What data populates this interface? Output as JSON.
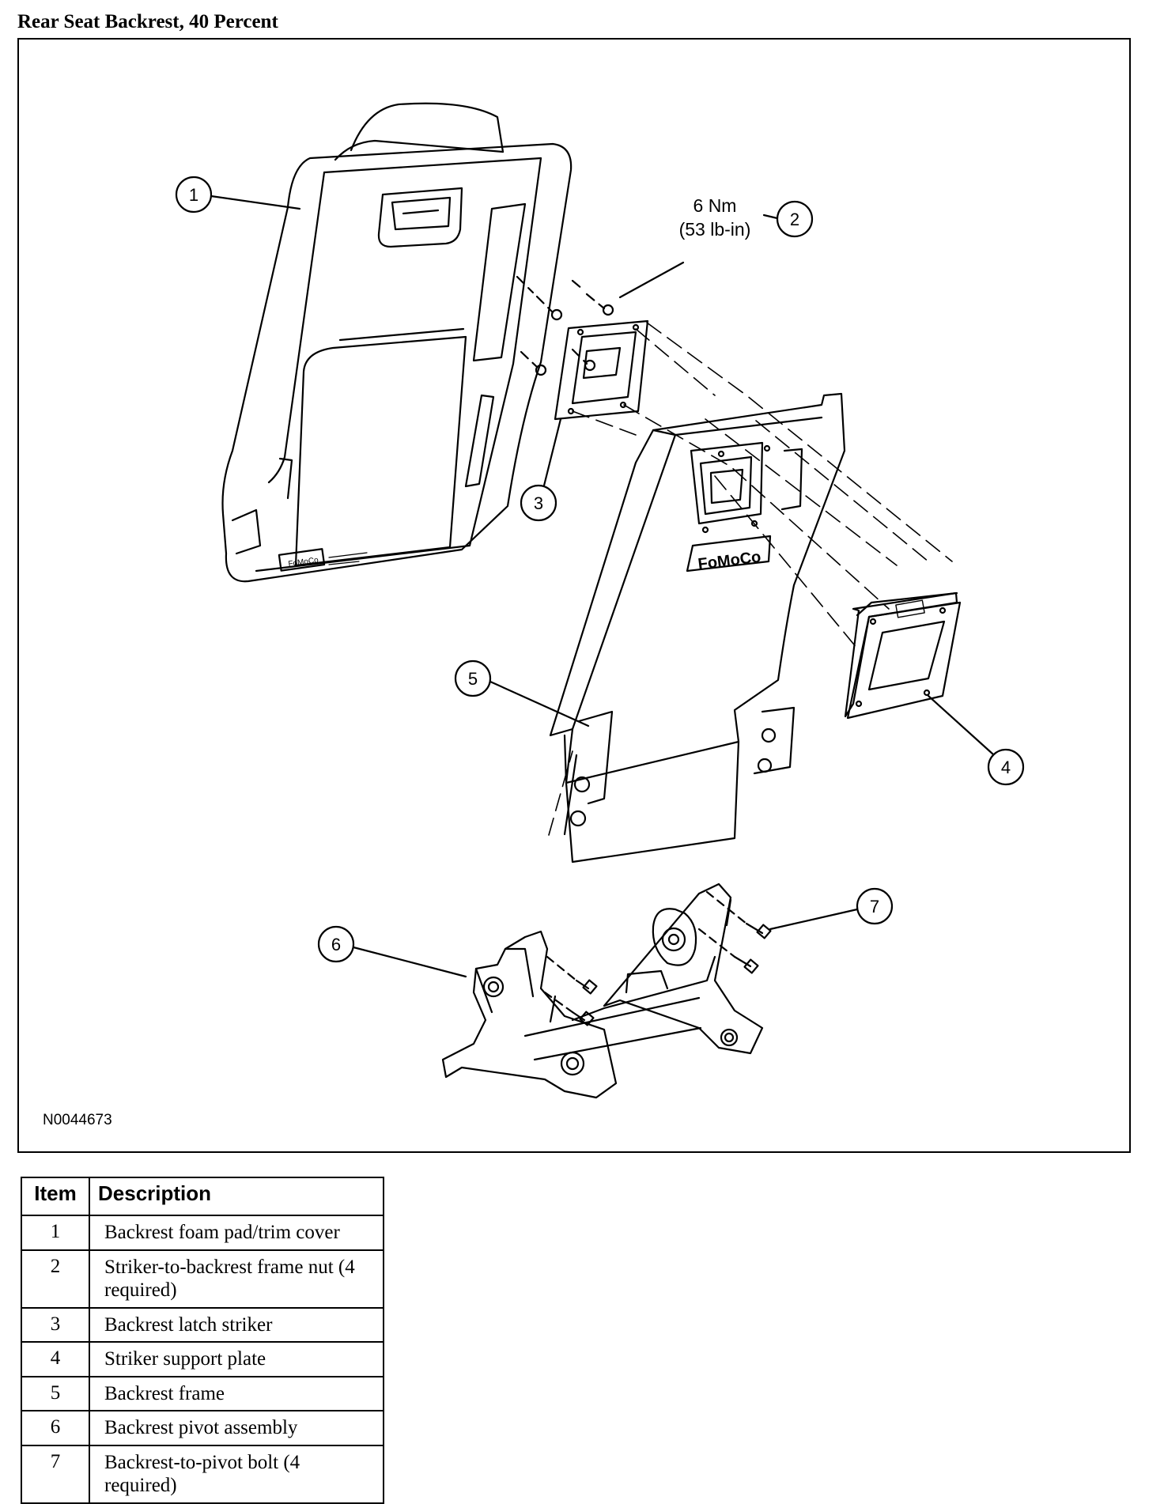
{
  "title": "Rear Seat Backrest, 40 Percent",
  "figure": {
    "figure_id": "N0044673",
    "torque": {
      "metric": "6 Nm",
      "imperial": "(53 lb-in)"
    },
    "callouts": [
      "1",
      "2",
      "3",
      "4",
      "5",
      "6",
      "7"
    ],
    "logo_text": "FoMoCo"
  },
  "table": {
    "headers": {
      "item": "Item",
      "description": "Description"
    },
    "rows": [
      {
        "item": "1",
        "description": "Backrest foam pad/trim cover"
      },
      {
        "item": "2",
        "description": "Striker-to-backrest frame nut (4 required)"
      },
      {
        "item": "3",
        "description": "Backrest latch striker"
      },
      {
        "item": "4",
        "description": "Striker support plate"
      },
      {
        "item": "5",
        "description": "Backrest frame"
      },
      {
        "item": "6",
        "description": "Backrest pivot assembly"
      },
      {
        "item": "7",
        "description": "Backrest-to-pivot bolt (4 required)"
      }
    ]
  }
}
